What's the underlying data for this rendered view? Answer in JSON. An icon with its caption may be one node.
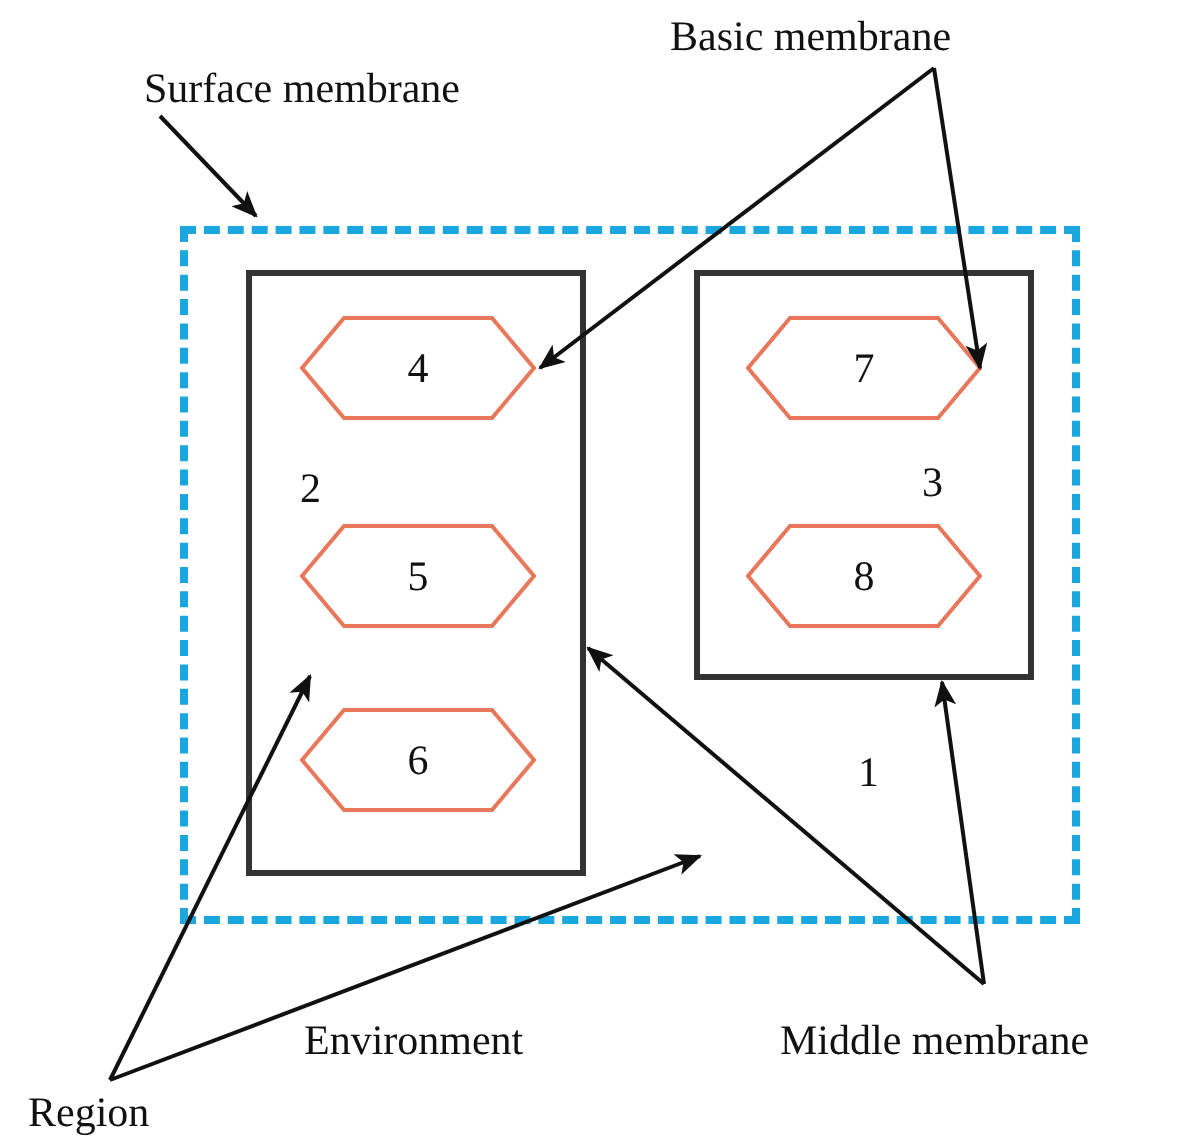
{
  "diagram": {
    "nodes": [
      {
        "text": [
          "1"
        ]
      },
      {
        "text": [
          "2"
        ],
        "in": 0
      },
      {
        "text": [
          "4"
        ],
        "in": 1
      },
      {
        "text": [
          "5"
        ],
        "in": 1
      },
      {
        "text": [
          "6"
        ],
        "in": 1
      },
      {
        "text": [
          "3"
        ],
        "in": 0
      },
      {
        "text": [
          "7"
        ],
        "in": 5
      },
      {
        "text": [
          "8"
        ],
        "in": 5
      },
      {
        "text": [
          "Surface membrane"
        ]
      },
      {
        "text": [
          "Basic membrane"
        ]
      },
      {
        "text": [
          "Middle membrane"
        ]
      },
      {
        "text": [
          "Region"
        ]
      }
    ],
    "edges": [
      {
        "from": 8,
        "to": 0,
        "arrow": "to"
      },
      {
        "from": 9,
        "to": 2,
        "arrow": "to"
      },
      {
        "from": 9,
        "to": 6,
        "arrow": "to"
      },
      {
        "from": 10,
        "to": 1,
        "arrow": "to"
      },
      {
        "from": 10,
        "to": 5,
        "arrow": "to"
      },
      {
        "from": 11,
        "to": 1,
        "arrow": "to"
      },
      {
        "from": 11,
        "to": 0,
        "arrow": "to"
      }
    ],
    "labels": [
      "Environment"
    ]
  }
}
